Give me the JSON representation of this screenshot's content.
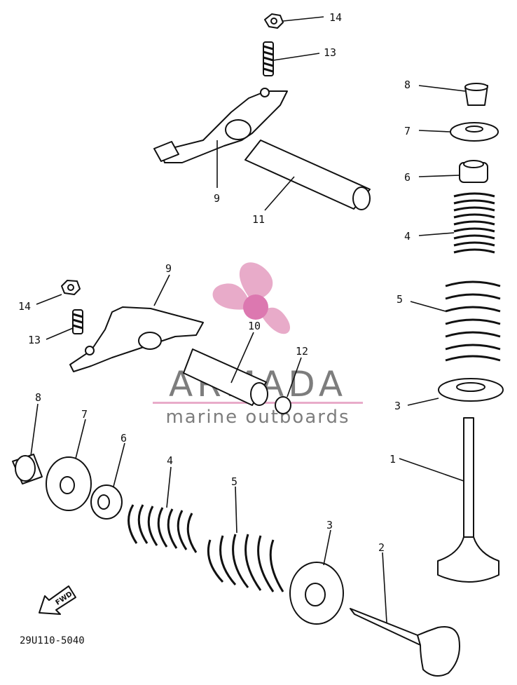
{
  "diagram_code": "29U110-5040",
  "fwd_label": "FWD",
  "watermark": {
    "brand": "ARMADA",
    "tagline": "marine outboards",
    "text_color": "#6f6f6f",
    "accent_color": "#e6a3c4"
  },
  "callouts": {
    "c14a": "14",
    "c13a": "13",
    "c9a": "9",
    "c11": "11",
    "c8a": "8",
    "c7a": "7",
    "c6a": "6",
    "c4a": "4",
    "c5a": "5",
    "c3a": "3",
    "c1": "1",
    "c9b": "9",
    "c14b": "14",
    "c13b": "13",
    "c10": "10",
    "c12": "12",
    "c8b": "8",
    "c7b": "7",
    "c6b": "6",
    "c4b": "4",
    "c5b": "5",
    "c3b": "3",
    "c2": "2"
  }
}
